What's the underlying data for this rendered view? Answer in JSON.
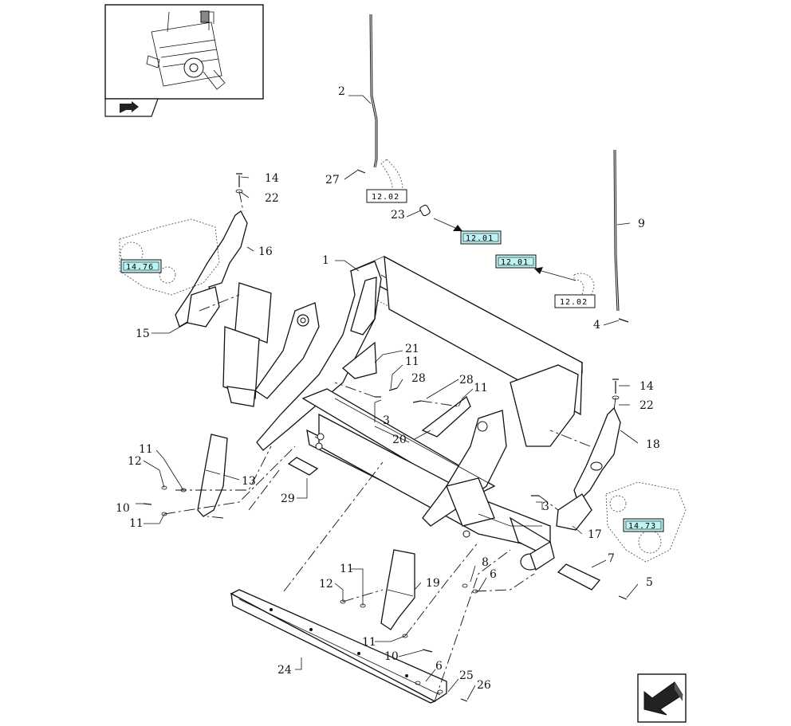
{
  "colors": {
    "line": "#111111",
    "ref_highlight": "#bff3f3",
    "background": "#ffffff"
  },
  "callouts": [
    {
      "id": "c1",
      "label": "1"
    },
    {
      "id": "c2",
      "label": "2"
    },
    {
      "id": "c3a",
      "label": "3"
    },
    {
      "id": "c3b",
      "label": "3"
    },
    {
      "id": "c4",
      "label": "4"
    },
    {
      "id": "c5",
      "label": "5"
    },
    {
      "id": "c6a",
      "label": "6"
    },
    {
      "id": "c6b",
      "label": "6"
    },
    {
      "id": "c7",
      "label": "7"
    },
    {
      "id": "c8",
      "label": "8"
    },
    {
      "id": "c9",
      "label": "9"
    },
    {
      "id": "c10a",
      "label": "10"
    },
    {
      "id": "c10b",
      "label": "10"
    },
    {
      "id": "c11a",
      "label": "11"
    },
    {
      "id": "c11b",
      "label": "11"
    },
    {
      "id": "c11c",
      "label": "11"
    },
    {
      "id": "c11d",
      "label": "11"
    },
    {
      "id": "c11e",
      "label": "11"
    },
    {
      "id": "c11f",
      "label": "11"
    },
    {
      "id": "c12a",
      "label": "12"
    },
    {
      "id": "c12b",
      "label": "12"
    },
    {
      "id": "c13",
      "label": "13"
    },
    {
      "id": "c14a",
      "label": "14"
    },
    {
      "id": "c14b",
      "label": "14"
    },
    {
      "id": "c15",
      "label": "15"
    },
    {
      "id": "c16",
      "label": "16"
    },
    {
      "id": "c17",
      "label": "17"
    },
    {
      "id": "c18",
      "label": "18"
    },
    {
      "id": "c19",
      "label": "19"
    },
    {
      "id": "c20",
      "label": "20"
    },
    {
      "id": "c21",
      "label": "21"
    },
    {
      "id": "c22a",
      "label": "22"
    },
    {
      "id": "c22b",
      "label": "22"
    },
    {
      "id": "c23",
      "label": "23"
    },
    {
      "id": "c24",
      "label": "24"
    },
    {
      "id": "c25",
      "label": "25"
    },
    {
      "id": "c26",
      "label": "26"
    },
    {
      "id": "c27",
      "label": "27"
    },
    {
      "id": "c28a",
      "label": "28"
    },
    {
      "id": "c28b",
      "label": "28"
    },
    {
      "id": "c29",
      "label": "29"
    }
  ],
  "refs": [
    {
      "id": "r1",
      "label": "12.02",
      "highlight": false
    },
    {
      "id": "r2",
      "label": "12.01",
      "highlight": true
    },
    {
      "id": "r3",
      "label": "12.01",
      "highlight": true
    },
    {
      "id": "r4",
      "label": "12.02",
      "highlight": false
    },
    {
      "id": "r5",
      "label": "14.76",
      "highlight": true
    },
    {
      "id": "r6",
      "label": "14.73",
      "highlight": true
    }
  ],
  "icons": {
    "thumbnail": "machine-overview-thumbnail",
    "thumb_nav": "arrow-nav-icon",
    "next_page": "next-page-arrow-icon"
  }
}
